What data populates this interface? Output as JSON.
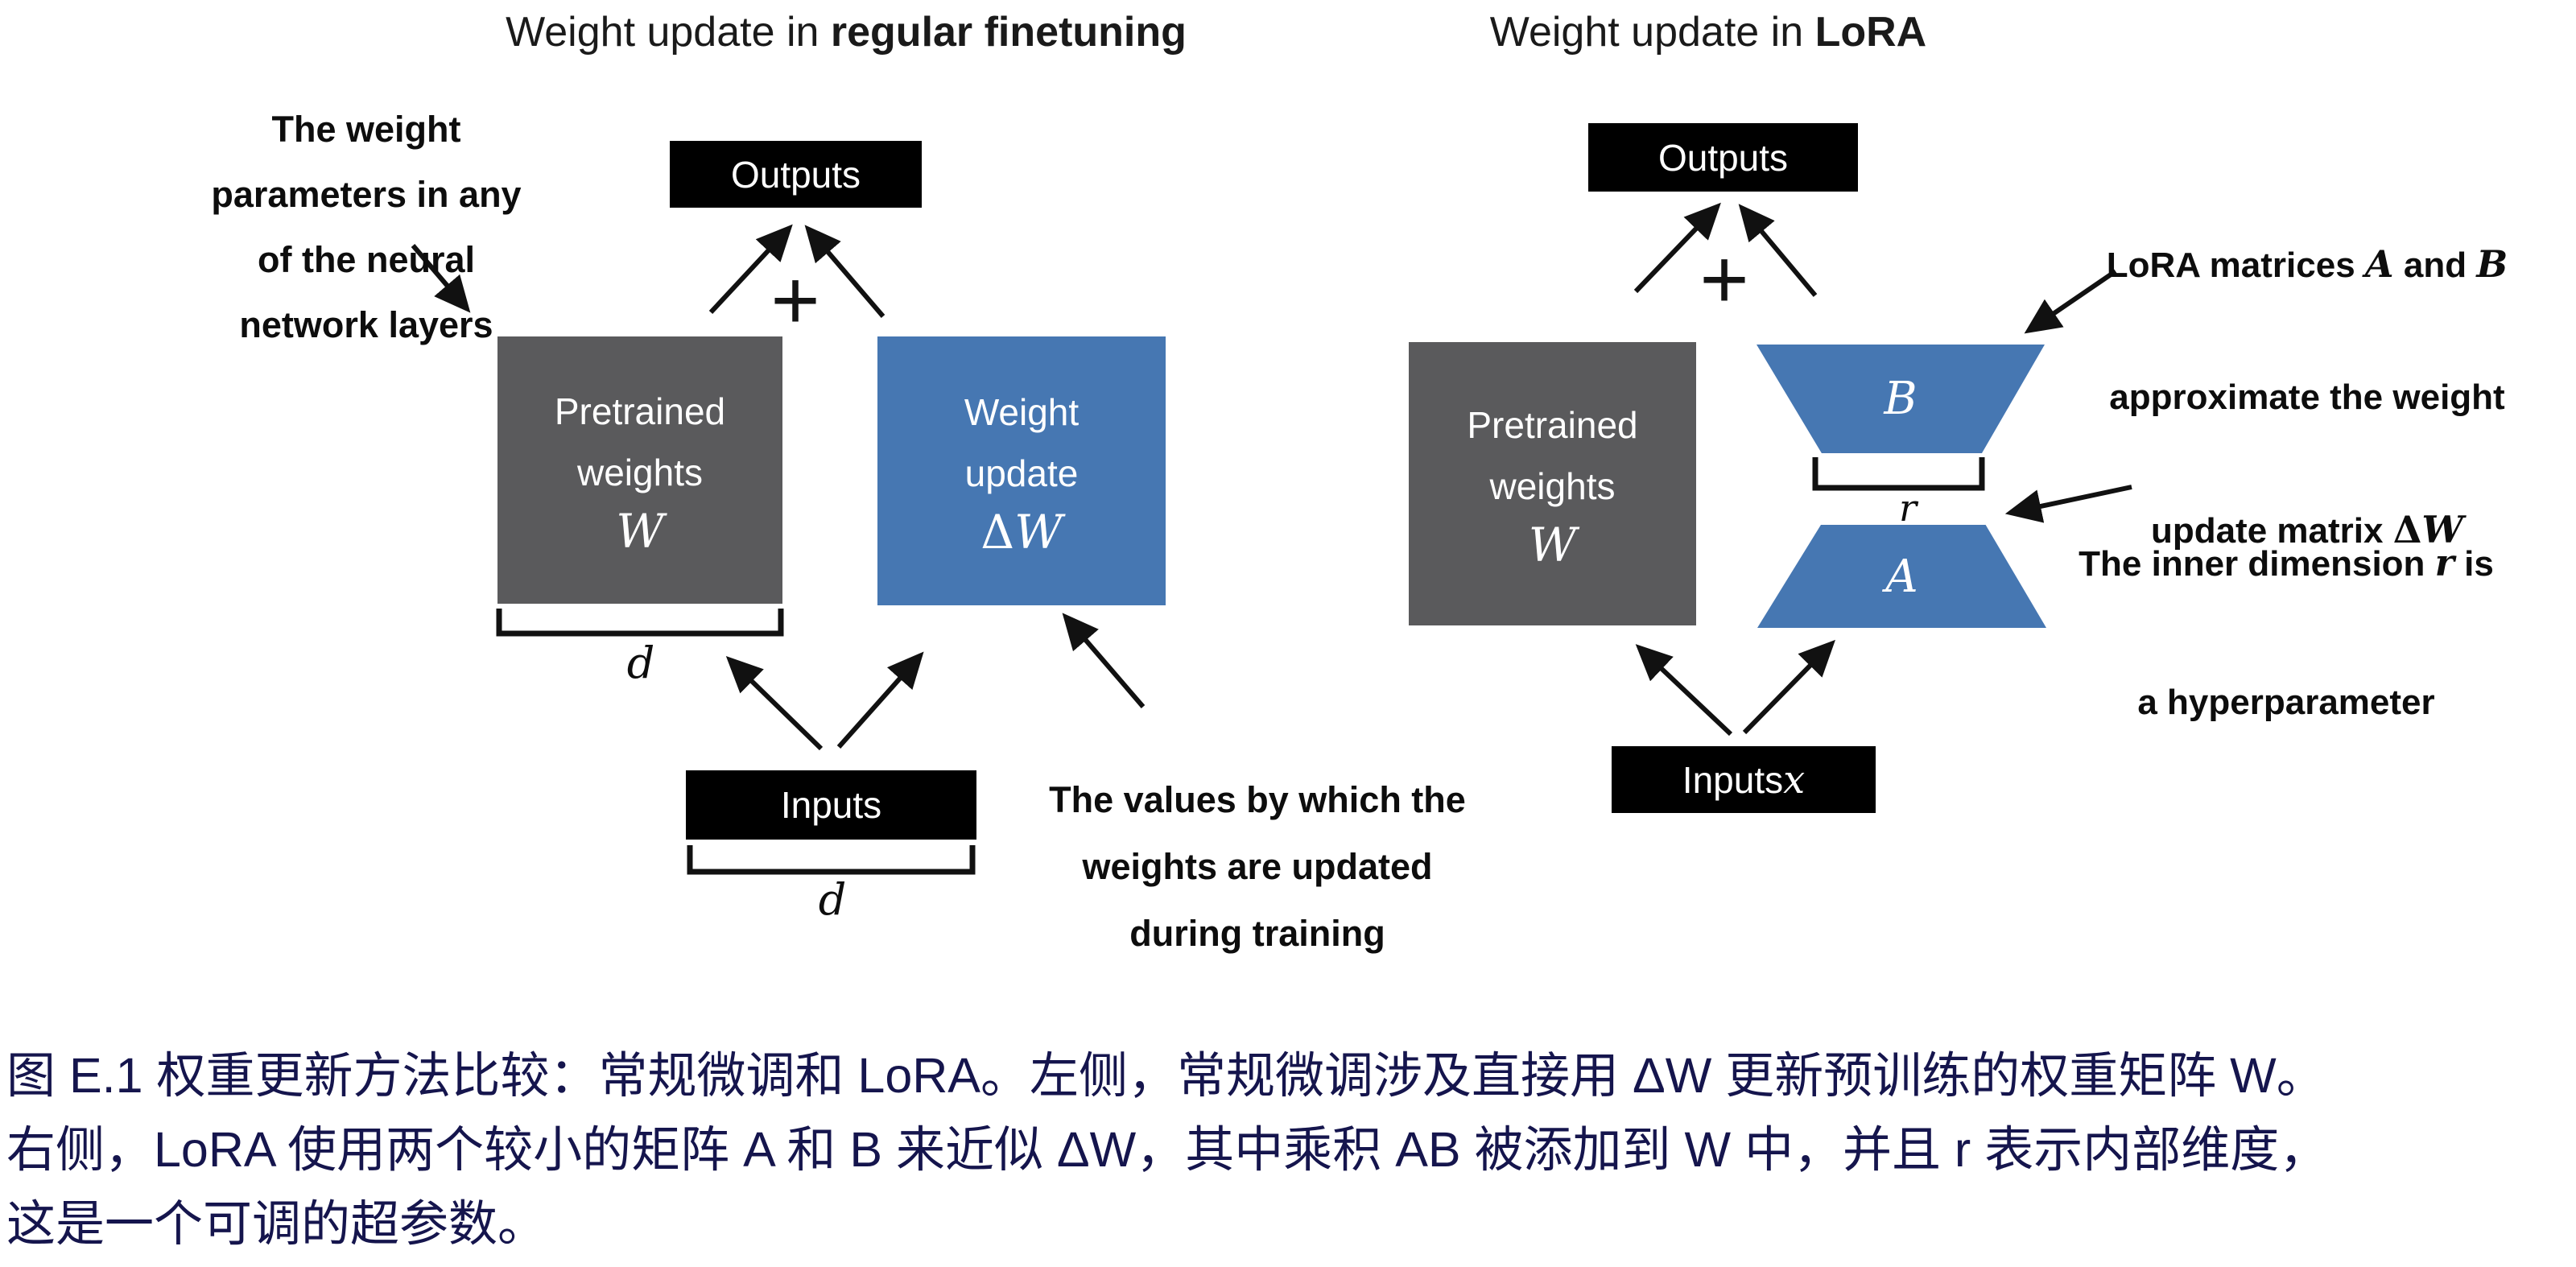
{
  "titles": {
    "left_prefix": "Weight update in ",
    "left_bold": "regular finetuning",
    "right_prefix": "Weight update in ",
    "right_bold": "LoRA"
  },
  "colors": {
    "box_blue": "#4677b2",
    "box_gray": "#5a5a5c",
    "box_black": "#000000",
    "caption_text": "#15154d"
  },
  "left": {
    "annotation_weight_params": "The weight\nparameters in any\nof the neural\nnetwork layers",
    "outputs_label": "Outputs",
    "plus": "+",
    "pretrained_label": "Pretrained\nweights",
    "pretrained_symbol": "W",
    "weight_update_label": "Weight\nupdate",
    "weight_update_delta": "Δ",
    "weight_update_w": "W",
    "dim_label_weights": "d",
    "inputs_label": "Inputs",
    "dim_label_inputs": "d",
    "annotation_values": "The values by which the\nweights are updated\nduring training"
  },
  "right": {
    "outputs_label": "Outputs",
    "plus": "+",
    "pretrained_label": "Pretrained\nweights",
    "pretrained_symbol": "W",
    "matrix_b_label": "B",
    "rank_label": "r",
    "matrix_a_label": "A",
    "inputs_label": "Inputs ",
    "inputs_symbol": "x",
    "annotation_lora": {
      "l1_pre": "LoRA matrices ",
      "l1_a": "A",
      "l1_mid": " and ",
      "l1_b": "B",
      "l2": "approximate the weight",
      "l3_pre": "update matrix ",
      "l3_delta": "Δ",
      "l3_w": "W"
    },
    "annotation_inner": {
      "l1_pre": "The inner dimension ",
      "l1_sym": "r",
      "l1_post": " is",
      "l2": "a hyperparameter"
    }
  },
  "caption": {
    "line1": "图 E.1 权重更新方法比较：常规微调和 LoRA。左侧，常规微调涉及直接用 ΔW 更新预训练的权重矩阵 W。",
    "line2": "右侧，LoRA 使用两个较小的矩阵 A 和 B 来近似 ΔW，其中乘积 AB 被添加到 W 中，并且 r 表示内部维度，",
    "line3": "这是一个可调的超参数。"
  }
}
